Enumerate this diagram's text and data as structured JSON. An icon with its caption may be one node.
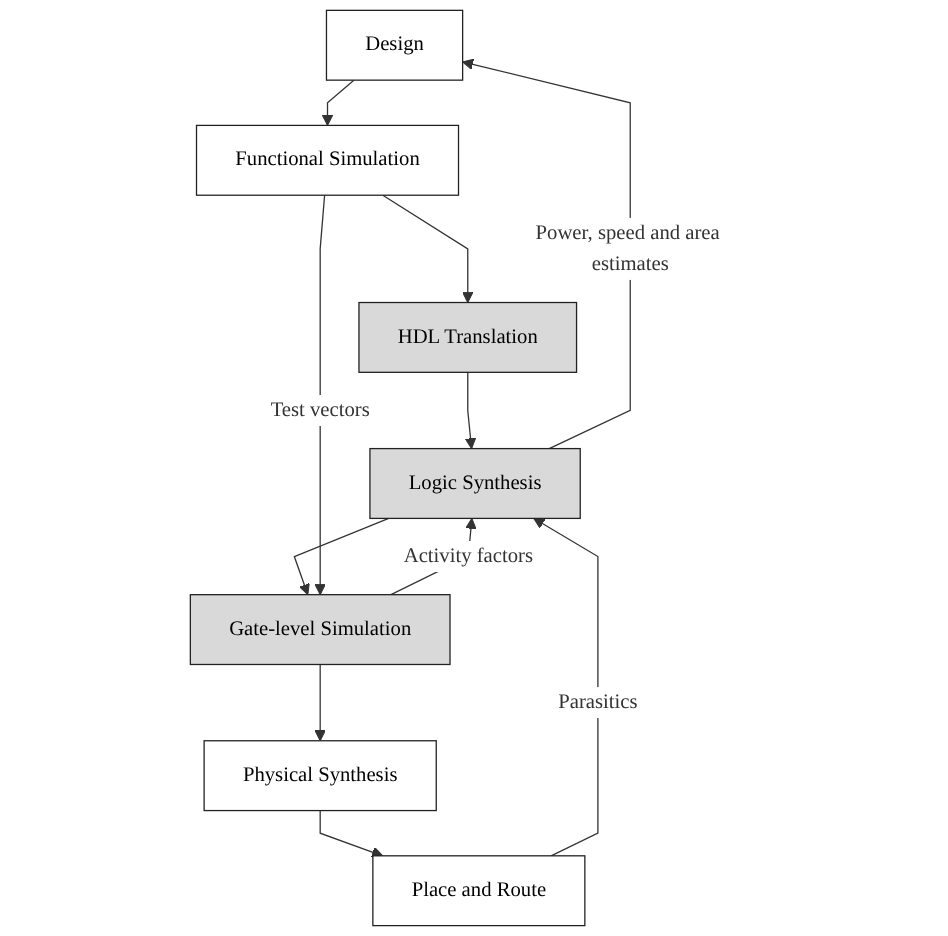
{
  "diagram": {
    "nodes": [
      {
        "text": [
          "Design"
        ]
      },
      {
        "text": [
          "Functional Simulation"
        ]
      },
      {
        "text": [
          "HDL Translation"
        ]
      },
      {
        "text": [
          "Logic Synthesis"
        ]
      },
      {
        "text": [
          "Gate-level Simulation"
        ]
      },
      {
        "text": [
          "Physical Synthesis"
        ]
      },
      {
        "text": [
          "Place and Route"
        ]
      }
    ],
    "edges": [
      {
        "from": 0,
        "to": 1,
        "arrow": "to"
      },
      {
        "from": 1,
        "to": 2,
        "arrow": "to"
      },
      {
        "from": 2,
        "to": 3,
        "arrow": "to"
      },
      {
        "from": 3,
        "to": 4,
        "arrow": "to"
      },
      {
        "from": 4,
        "to": 5,
        "arrow": "to"
      },
      {
        "from": 5,
        "to": 6,
        "arrow": "to"
      },
      {
        "from": 1,
        "to": 4,
        "arrow": "to",
        "label": "Test vectors"
      },
      {
        "from": 3,
        "to": 0,
        "arrow": "to",
        "label": "Power, speed and area estimates"
      },
      {
        "from": 4,
        "to": 3,
        "arrow": "to",
        "label": "Activity factors"
      },
      {
        "from": 6,
        "to": 3,
        "arrow": "to",
        "label": "Parasitics"
      }
    ]
  }
}
